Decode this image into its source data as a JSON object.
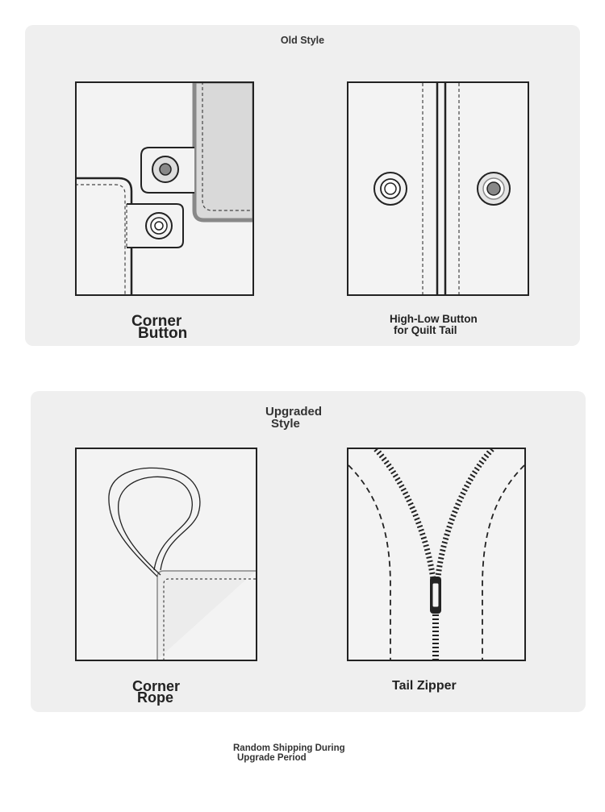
{
  "old_style": {
    "title": "Old Style",
    "corner_button": {
      "line1": "Corner",
      "line2": "Button",
      "icon": "corner-button-icon"
    },
    "high_low_button": {
      "line1": "High-Low Button",
      "line2": "for Quilt Tail",
      "icon": "snap-button-icon"
    }
  },
  "upgraded_style": {
    "title_line1": "Upgraded",
    "title_line2": "Style",
    "corner_rope": {
      "line1": "Corner",
      "line2": "Rope",
      "icon": "rope-loop-icon"
    },
    "tail_zipper": {
      "label": "Tail Zipper",
      "icon": "zipper-icon"
    }
  },
  "footer": {
    "line1": "Random Shipping During",
    "line2": "Upgrade Period"
  },
  "colors": {
    "panel": "#efefef",
    "stroke": "#222222",
    "tile": "#f3f3f3"
  }
}
